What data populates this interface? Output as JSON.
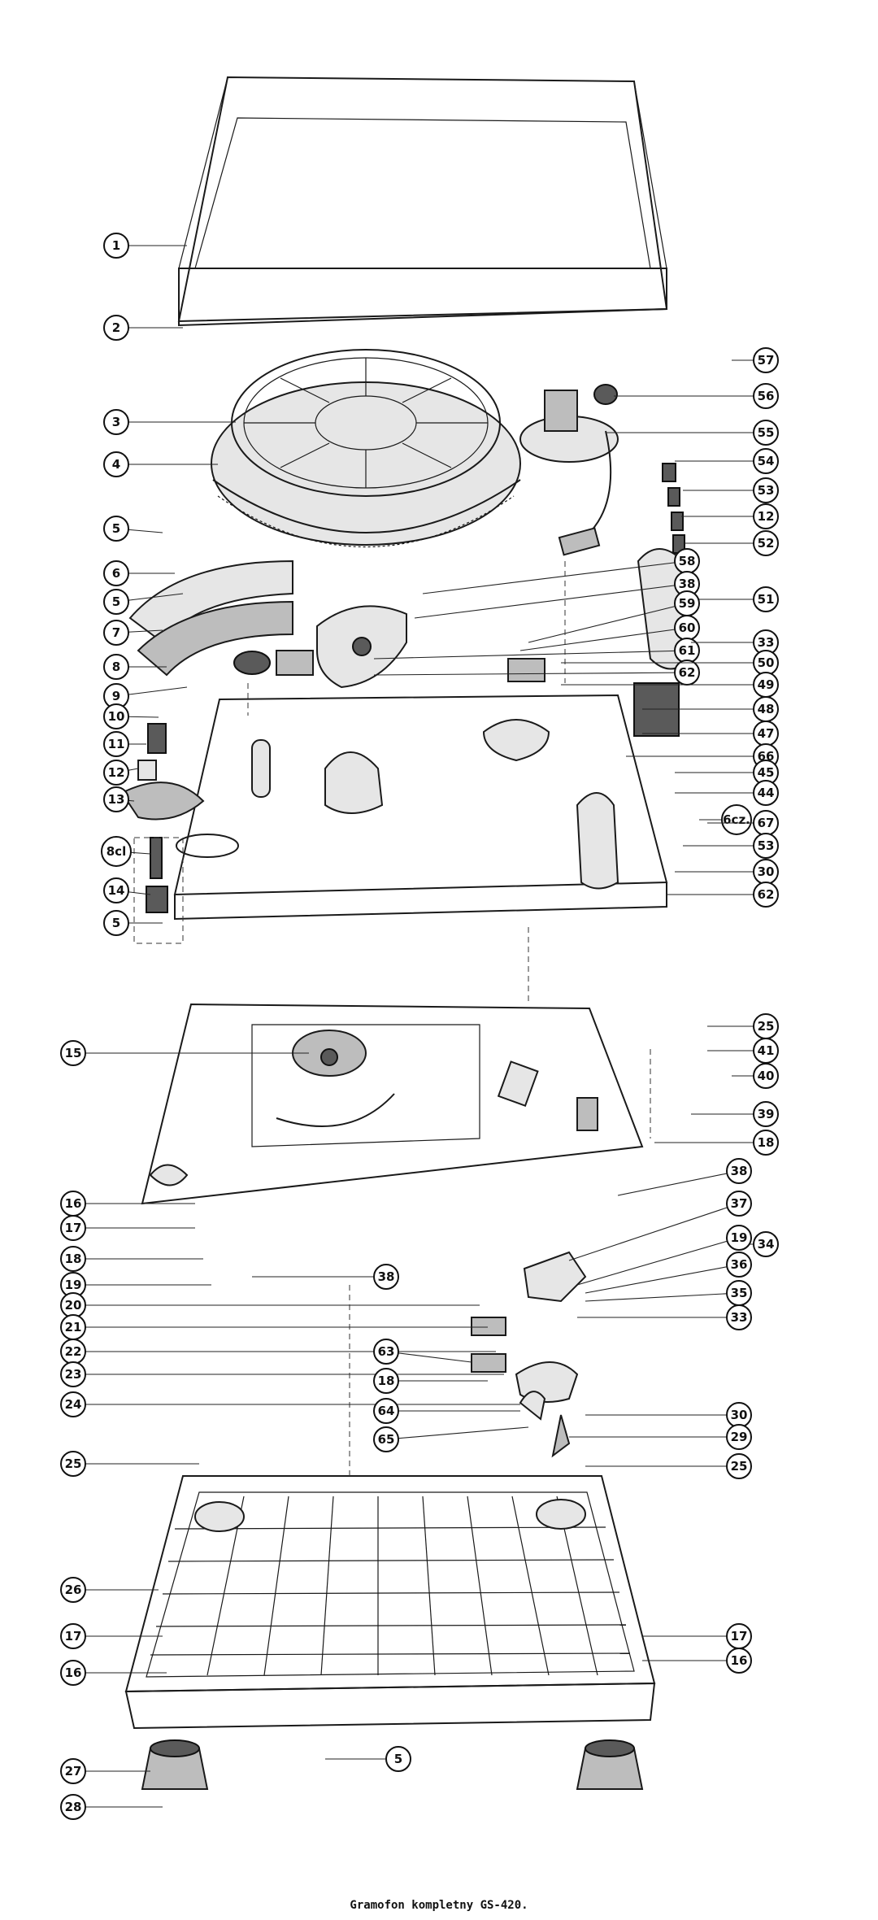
{
  "caption": "Gramofon kompletny GS-420.",
  "labels": [
    {
      "t": "1"
    },
    {
      "t": "2"
    },
    {
      "t": "3"
    },
    {
      "t": "4"
    },
    {
      "t": "5"
    },
    {
      "t": "6"
    },
    {
      "t": "5"
    },
    {
      "t": "7"
    },
    {
      "t": "8"
    },
    {
      "t": "9"
    },
    {
      "t": "10"
    },
    {
      "t": "11"
    },
    {
      "t": "12"
    },
    {
      "t": "13"
    },
    {
      "t": "8cl"
    },
    {
      "t": "14"
    },
    {
      "t": "5"
    },
    {
      "t": "57"
    },
    {
      "t": "56"
    },
    {
      "t": "55"
    },
    {
      "t": "54"
    },
    {
      "t": "53"
    },
    {
      "t": "12"
    },
    {
      "t": "52"
    },
    {
      "t": "51"
    },
    {
      "t": "58"
    },
    {
      "t": "38"
    },
    {
      "t": "59"
    },
    {
      "t": "60"
    },
    {
      "t": "61"
    },
    {
      "t": "62"
    },
    {
      "t": "33"
    },
    {
      "t": "50"
    },
    {
      "t": "49"
    },
    {
      "t": "48"
    },
    {
      "t": "47"
    },
    {
      "t": "66"
    },
    {
      "t": "45"
    },
    {
      "t": "44"
    },
    {
      "t": "6cz."
    },
    {
      "t": "67"
    },
    {
      "t": "53"
    },
    {
      "t": "30"
    },
    {
      "t": "62"
    },
    {
      "t": "15"
    },
    {
      "t": "25"
    },
    {
      "t": "41"
    },
    {
      "t": "40"
    },
    {
      "t": "39"
    },
    {
      "t": "18"
    },
    {
      "t": "16"
    },
    {
      "t": "17"
    },
    {
      "t": "18"
    },
    {
      "t": "19"
    },
    {
      "t": "38"
    },
    {
      "t": "38"
    },
    {
      "t": "37"
    },
    {
      "t": "34"
    },
    {
      "t": "19"
    },
    {
      "t": "36"
    },
    {
      "t": "35"
    },
    {
      "t": "20"
    },
    {
      "t": "21"
    },
    {
      "t": "22"
    },
    {
      "t": "23"
    },
    {
      "t": "63"
    },
    {
      "t": "33"
    },
    {
      "t": "18"
    },
    {
      "t": "24"
    },
    {
      "t": "64"
    },
    {
      "t": "65"
    },
    {
      "t": "30"
    },
    {
      "t": "29"
    },
    {
      "t": "25"
    },
    {
      "t": "25"
    },
    {
      "t": "26"
    },
    {
      "t": "17"
    },
    {
      "t": "16"
    },
    {
      "t": "17"
    },
    {
      "t": "16"
    },
    {
      "t": "27"
    },
    {
      "t": "5"
    },
    {
      "t": "28"
    }
  ]
}
